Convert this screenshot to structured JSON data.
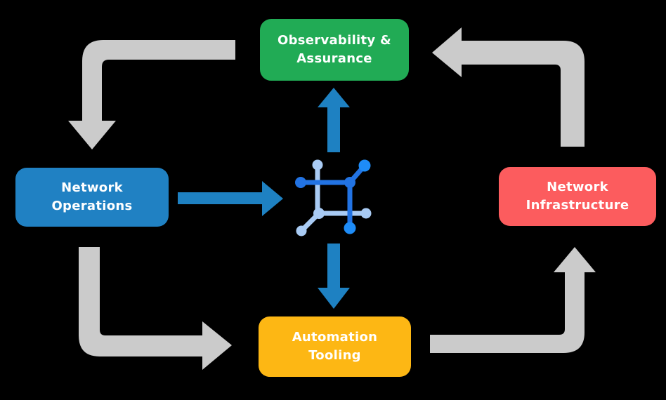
{
  "diagram": {
    "type": "cycle-flow-diagram",
    "colors": {
      "background": "#000000",
      "text": "#FFFFFF",
      "green": "#21AB55",
      "blue": "#2081C3",
      "red": "#FC5C5E",
      "yellow": "#FDB714",
      "arrow_gray": "#CBCBCB",
      "arrow_blue": "#1E81C2",
      "icon_dark": "#2273E3",
      "icon_light": "#A9CBF4",
      "icon_bright": "#1E8CF7"
    },
    "nodes": {
      "observability": {
        "lines": [
          "Observability &",
          "Assurance"
        ]
      },
      "operations": {
        "lines": [
          "Network",
          "Operations"
        ]
      },
      "infrastructure": {
        "lines": [
          "Network",
          "Infrastructure"
        ]
      },
      "automation": {
        "lines": [
          "Automation",
          "Tooling"
        ]
      }
    },
    "center_icon": "network-fabric-icon",
    "arrows": [
      {
        "from": "Observability & Assurance",
        "to": "Network Operations",
        "style": "gray"
      },
      {
        "from": "Network Operations",
        "to": "Automation Tooling",
        "style": "gray"
      },
      {
        "from": "Automation Tooling",
        "to": "Network Infrastructure",
        "style": "gray"
      },
      {
        "from": "Network Infrastructure",
        "to": "Observability & Assurance",
        "style": "gray"
      },
      {
        "from": "Network Operations",
        "to": "center-icon",
        "style": "blue"
      },
      {
        "from": "center-icon",
        "to": "Observability & Assurance",
        "style": "blue"
      },
      {
        "from": "center-icon",
        "to": "Automation Tooling",
        "style": "blue"
      }
    ]
  }
}
